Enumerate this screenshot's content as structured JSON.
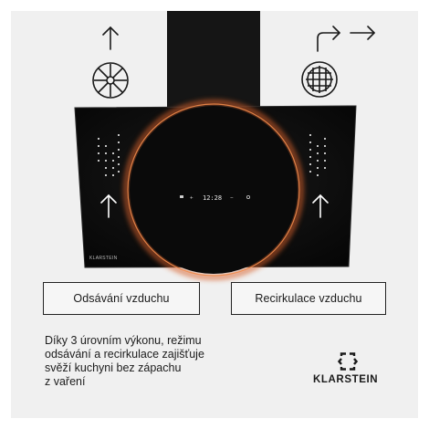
{
  "labels": {
    "extraction": "Odsávání vzduchu",
    "recirculation": "Recirkulace vzduchu"
  },
  "description_lines": [
    "Díky 3 úrovním výkonu, režimu",
    "odsávání a recirkulace zajišťuje",
    "svěží kuchyni bez zápachu",
    "z vaření"
  ],
  "brand": "KLARSTEIN",
  "hood": {
    "brand": "KLARSTEIN",
    "display_time": "12:28"
  },
  "icons": {
    "left_top": "arrow-up-icon",
    "left_fan": "extraction-fan-icon",
    "right_top": "recirculation-arrows-icon",
    "right_fan": "recirculation-filter-icon",
    "left_panel_arrow": "arrow-up-icon",
    "right_panel_arrow": "arrow-up-icon",
    "logo": "klarstein-logo-icon"
  },
  "colors": {
    "background": "#f0f0f0",
    "hood_glass": "#0c0c0c",
    "glow": "#e0703a"
  }
}
